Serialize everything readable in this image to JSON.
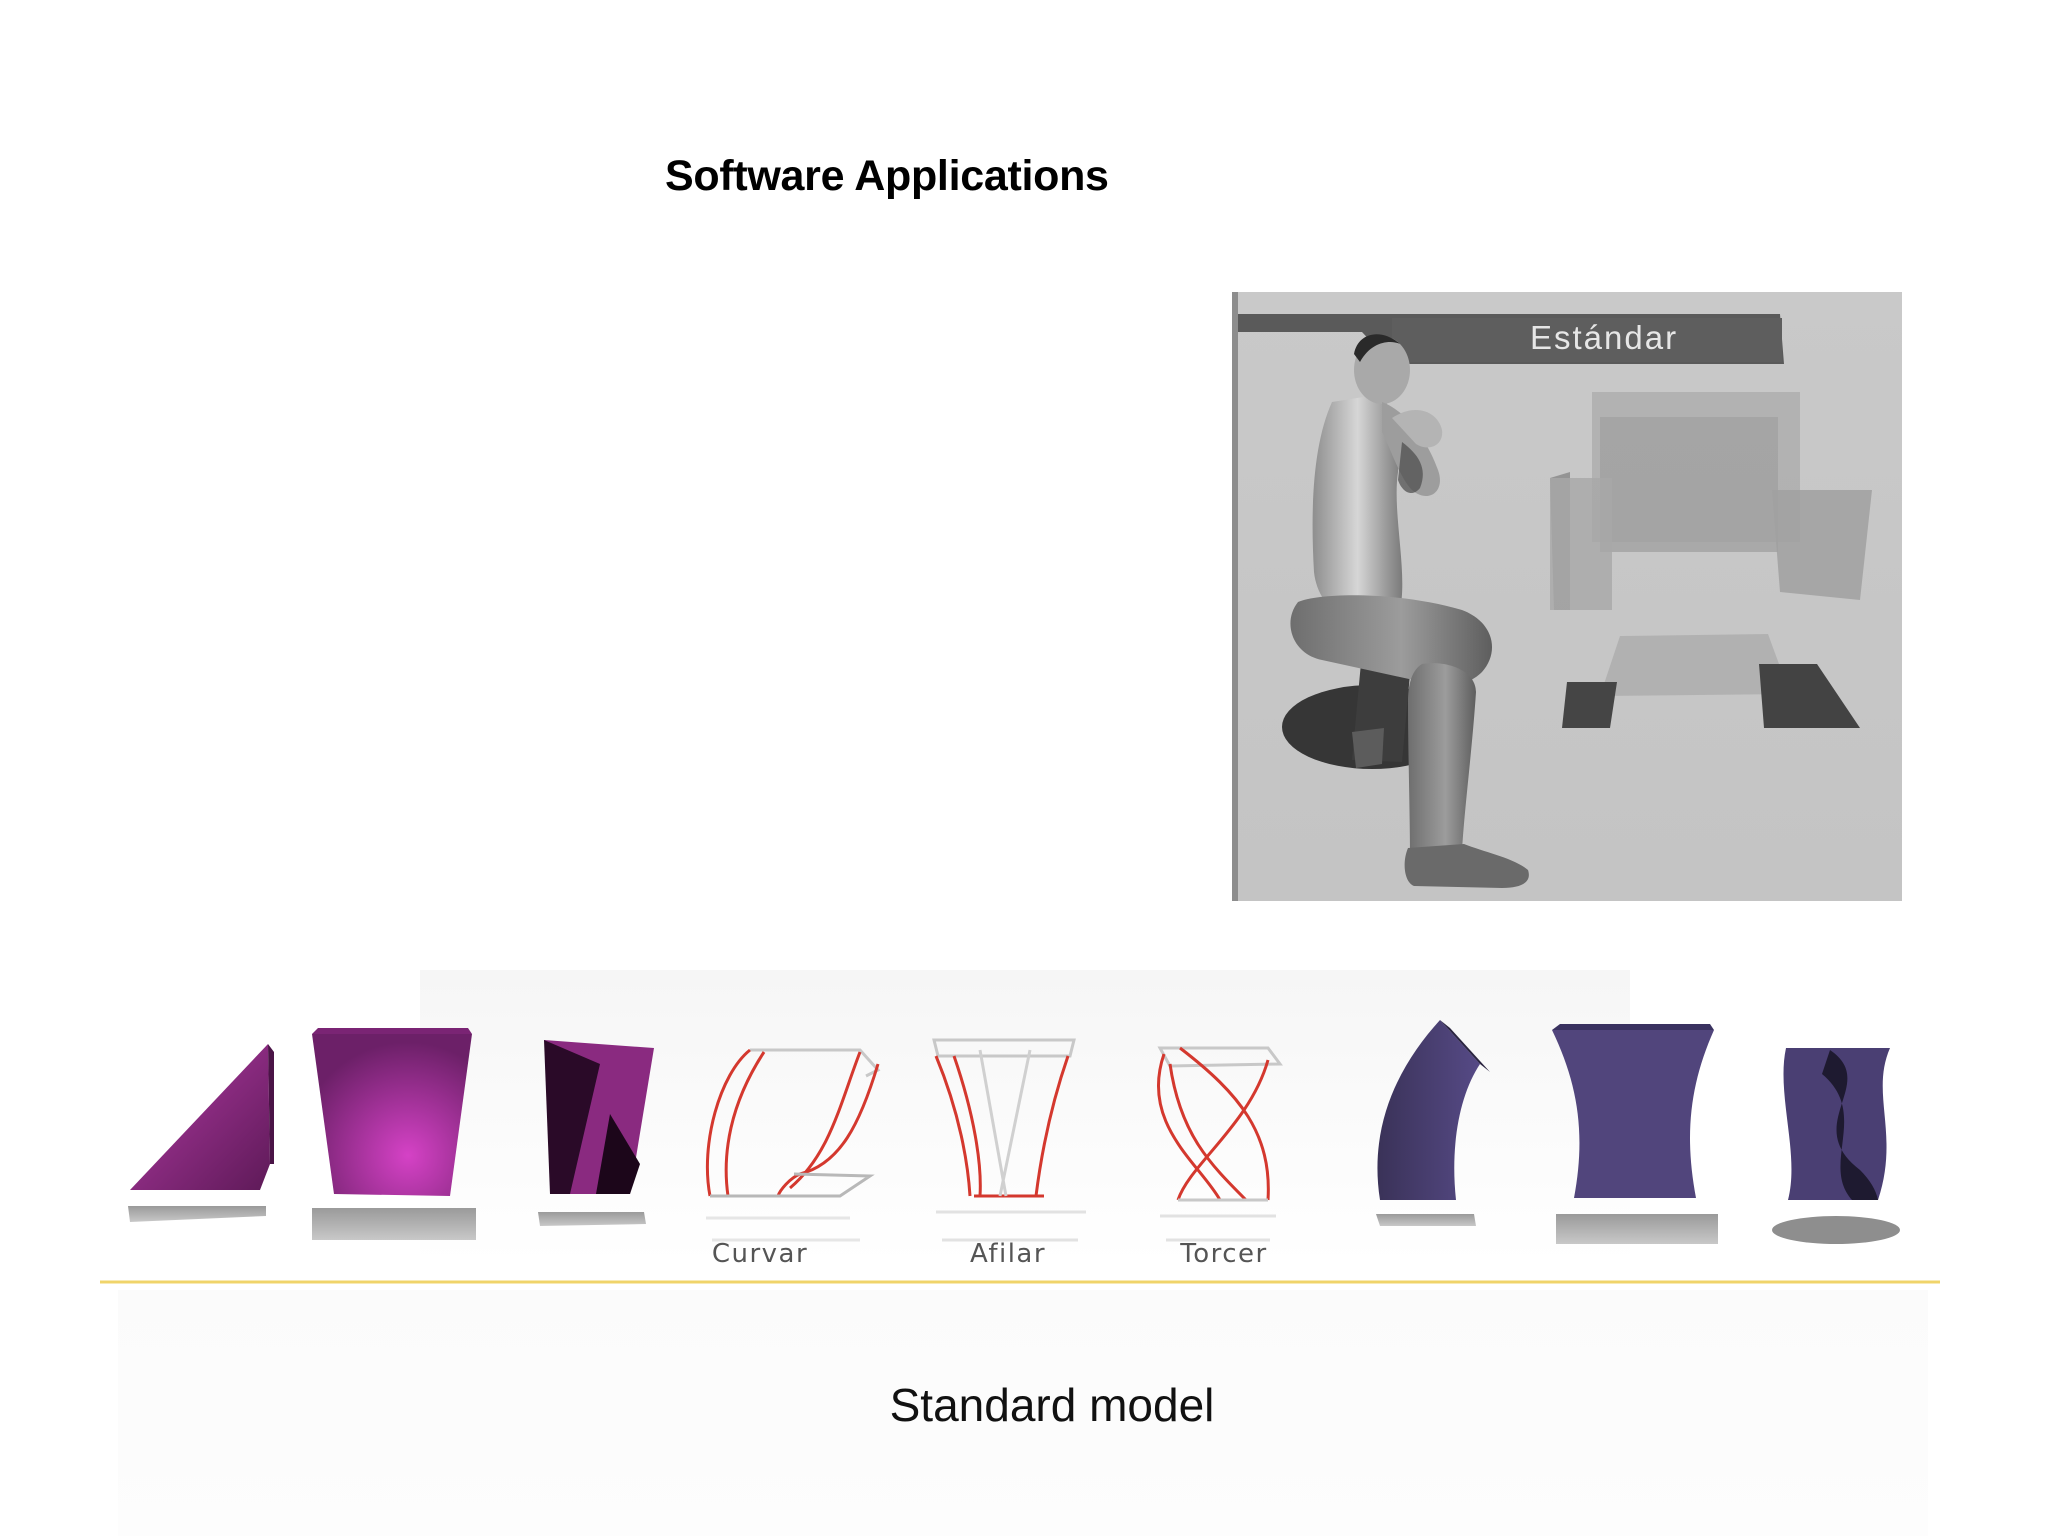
{
  "slide": {
    "title": "Software Applications",
    "caption": "Standard model"
  },
  "render_panel": {
    "banner_label": "Estándar"
  },
  "deformation_strip": {
    "labels": {
      "bend": "Curvar",
      "taper": "Afilar",
      "twist": "Torcer"
    },
    "colors": {
      "magenta_shapes": "#9a2c8e",
      "wireframe": "#d4382e",
      "purple_shapes": "#4a3f73",
      "divider": "#f0d46a"
    }
  }
}
